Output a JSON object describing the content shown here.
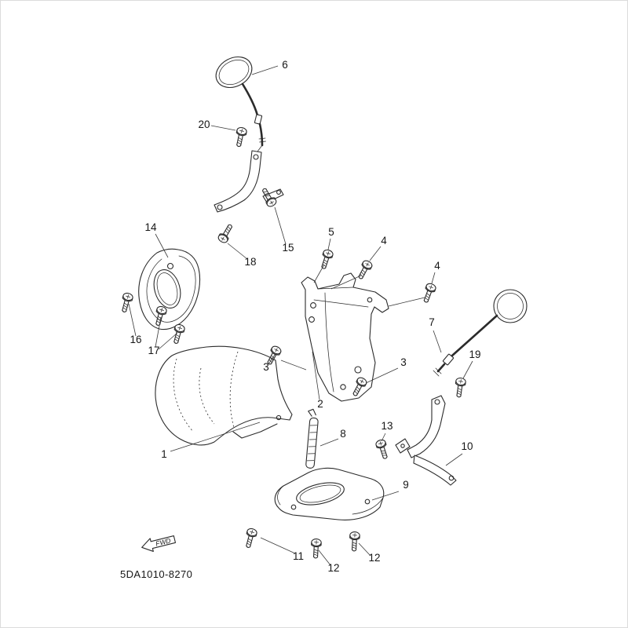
{
  "diagram": {
    "code": "5DA1010-8270",
    "fwd": "FWD",
    "callouts": [
      "6",
      "20",
      "14",
      "16",
      "17",
      "18",
      "15",
      "5",
      "4",
      "4",
      "3",
      "2",
      "3",
      "1",
      "8",
      "7",
      "19",
      "13",
      "10",
      "9",
      "11",
      "12",
      "12"
    ]
  }
}
